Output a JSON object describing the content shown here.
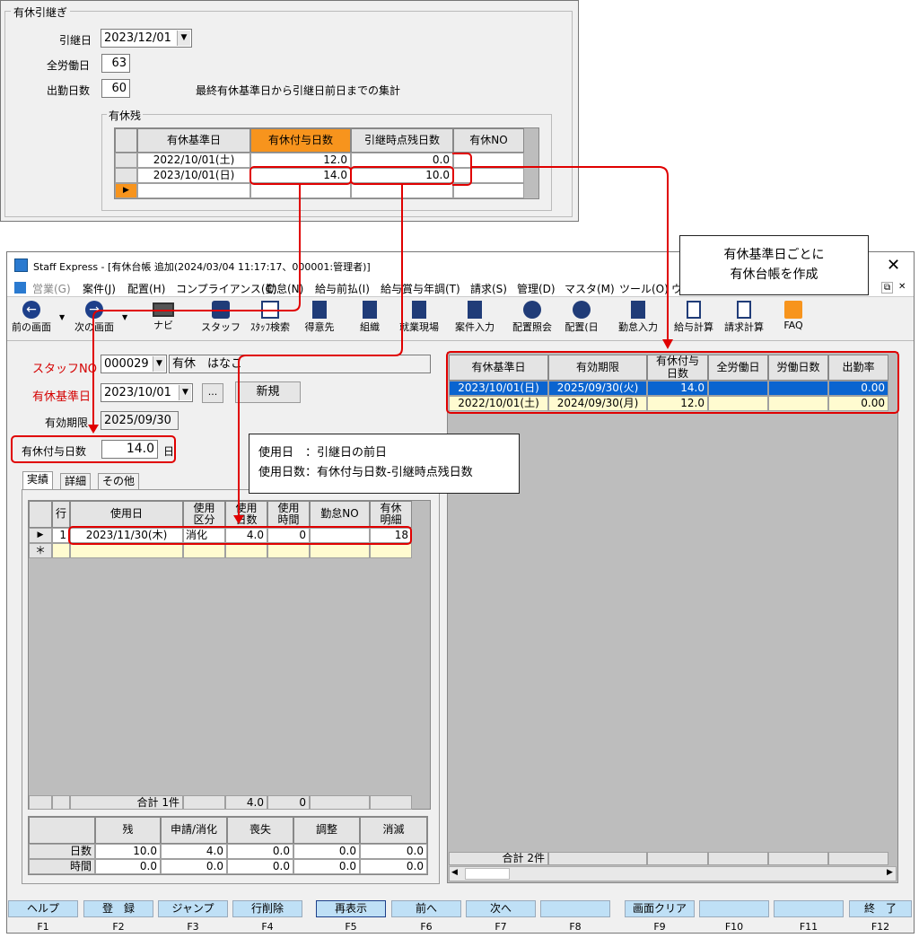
{
  "carryover": {
    "title": "有休引継ぎ",
    "date_label": "引継日",
    "date_value": "2023/12/01",
    "total_days_label": "全労働日",
    "total_days_value": "63",
    "attend_label": "出勤日数",
    "attend_value": "60",
    "note": "最終有休基準日から引継日前日までの集計",
    "remain_group": "有休残",
    "headers": [
      "有休基準日",
      "有休付与日数",
      "引継時点残日数",
      "有休NO"
    ],
    "rows": [
      [
        "2022/10/01(土)",
        "12.0",
        "0.0",
        ""
      ],
      [
        "2023/10/01(日)",
        "14.0",
        "10.0",
        ""
      ]
    ]
  },
  "callouts": {
    "ledger": [
      "有休基準日ごとに",
      "有休台帳を作成"
    ],
    "usage": [
      "使用日　：引継日の前日",
      "使用日数：有休付与日数-引継時点残日数"
    ]
  },
  "window": {
    "title": "Staff Express - [有休台帳 追加(2024/03/04 11:17:17、000001:管理者)]",
    "menu": [
      "営業(G)",
      "案件(J)",
      "配置(H)",
      "コンプライアンス(C)",
      "勤怠(N)",
      "給与前払(I)",
      "給与賞与年調(T)",
      "請求(S)",
      "管理(D)",
      "マスタ(M)",
      "ツール(O)",
      "ウ"
    ],
    "toolbar": [
      "前の画面",
      "次の画面",
      "ナビ",
      "スタッフ",
      "ｽﾀｯﾌ検索",
      "得意先",
      "組織",
      "就業現場",
      "案件入力",
      "配置照会",
      "配置(日",
      "勤怠入力",
      "給与計算",
      "請求計算",
      "FAQ"
    ]
  },
  "form": {
    "staff_label": "スタッフNO",
    "staff_no": "000029",
    "staff_name": "有休　はなこ",
    "base_label": "有休基準日",
    "base_value": "2023/10/01",
    "dots": "...",
    "new_button": "新規",
    "expiry_label": "有効期限",
    "expiry_value": "2025/09/30",
    "grant_label": "有休付与日数",
    "grant_value": "14.0",
    "grant_unit": "日"
  },
  "tabs": [
    "実績",
    "詳細",
    "その他"
  ],
  "usage_grid": {
    "headers": [
      "行",
      "使用日",
      "使用区分",
      "使用日数",
      "使用時間",
      "勤怠NO",
      "有休明細"
    ],
    "row": [
      "1",
      "2023/11/30(木)",
      "消化",
      "4.0",
      "0",
      "",
      "18"
    ],
    "new_row_marker": "＊",
    "total_label": "合計  1件",
    "total_days": "4.0",
    "total_time": "0"
  },
  "summary": {
    "headers": [
      "残",
      "申請/消化",
      "喪失",
      "調整",
      "消滅"
    ],
    "rows": [
      {
        "label": "日数",
        "values": [
          "10.0",
          "4.0",
          "0.0",
          "0.0",
          "0.0"
        ]
      },
      {
        "label": "時間",
        "values": [
          "0.0",
          "0.0",
          "0.0",
          "0.0",
          "0.0"
        ]
      }
    ]
  },
  "ledger_grid": {
    "headers": [
      "有休基準日",
      "有効期限",
      "有休付与日数",
      "全労働日",
      "労働日数",
      "出勤率"
    ],
    "rows": [
      [
        "2023/10/01(日)",
        "2025/09/30(火)",
        "14.0",
        "",
        "",
        "0.00"
      ],
      [
        "2022/10/01(土)",
        "2024/09/30(月)",
        "12.0",
        "",
        "",
        "0.00"
      ]
    ],
    "total_label": "合計  2件"
  },
  "fkeys": [
    {
      "label": "ヘルプ",
      "key": "F1"
    },
    {
      "label": "登　録",
      "key": "F2"
    },
    {
      "label": "ジャンプ",
      "key": "F3"
    },
    {
      "label": "行削除",
      "key": "F4"
    },
    {
      "label": "再表示",
      "key": "F5"
    },
    {
      "label": "前へ",
      "key": "F6"
    },
    {
      "label": "次へ",
      "key": "F7"
    },
    {
      "label": "",
      "key": "F8"
    },
    {
      "label": "画面クリア",
      "key": "F9"
    },
    {
      "label": "",
      "key": "F10"
    },
    {
      "label": "",
      "key": "F11"
    },
    {
      "label": "終　了",
      "key": "F12"
    }
  ],
  "colors": {
    "accent_orange": "#f7941d",
    "selected_blue": "#0a64d0",
    "grid_yellow": "#fffbd0",
    "fkey_blue": "#bfe0f6",
    "callout_red": "#e00000"
  }
}
